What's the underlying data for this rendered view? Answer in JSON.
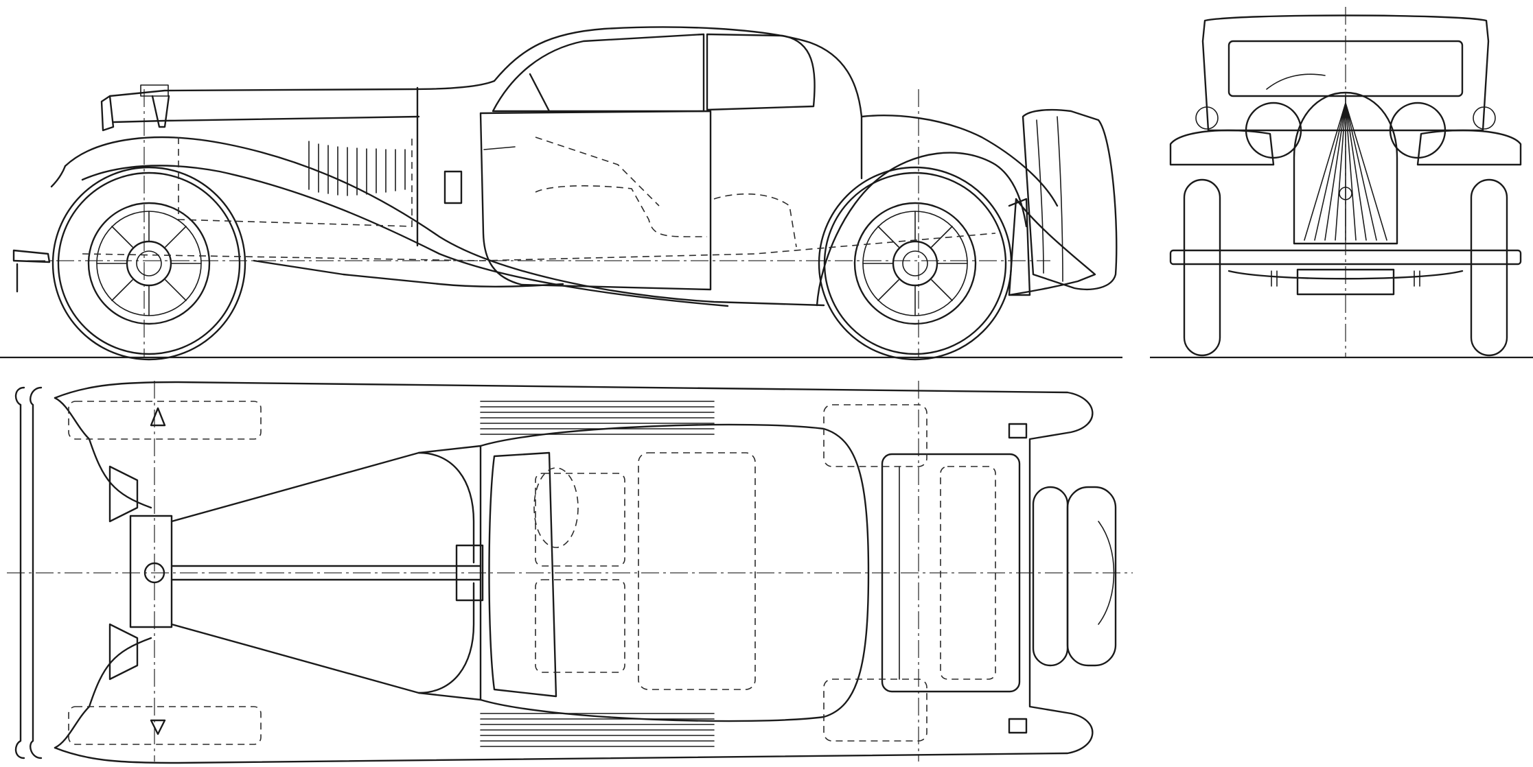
{
  "drawing": {
    "views": [
      {
        "id": "side",
        "label": ""
      },
      {
        "id": "front",
        "label": ""
      },
      {
        "id": "top",
        "label": ""
      }
    ],
    "colors": {
      "ink": "#1a1a1a",
      "paper": "#ffffff"
    }
  }
}
